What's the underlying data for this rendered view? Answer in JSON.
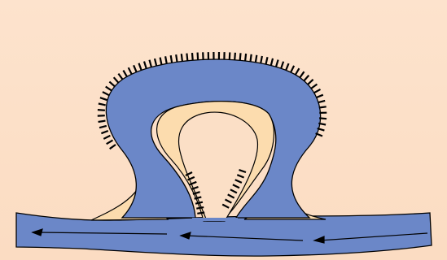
{
  "diagram": {
    "description_labels": [],
    "colors": {
      "background": "#fbdfc6",
      "tissue_blue": "#6b87c8",
      "fill_tan": "#fcdcae",
      "outline": "#000000"
    },
    "elements": [
      "lower-channel",
      "omega-loop",
      "inner-cavity",
      "left-tan-fill",
      "right-tan-fill",
      "outer-hair-cells",
      "inner-hair-cells",
      "flow-arrows"
    ],
    "flow_direction": "right-to-left"
  }
}
